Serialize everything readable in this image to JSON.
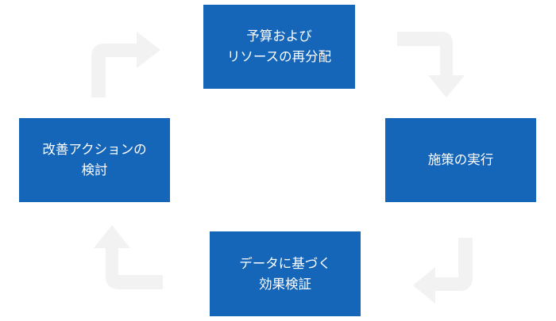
{
  "colors": {
    "box": "#1565b8",
    "arrow": "#f2f2f2"
  },
  "steps": [
    {
      "lines": [
        "予算および",
        "リソースの再分配"
      ]
    },
    {
      "lines": [
        "施策の実行"
      ]
    },
    {
      "lines": [
        "データに基づく",
        "効果検証"
      ]
    },
    {
      "lines": [
        "改善アクションの",
        "検討"
      ]
    }
  ],
  "icons": [
    "arrow-top-right-icon",
    "arrow-bottom-right-icon",
    "arrow-bottom-left-icon",
    "arrow-top-left-icon"
  ]
}
